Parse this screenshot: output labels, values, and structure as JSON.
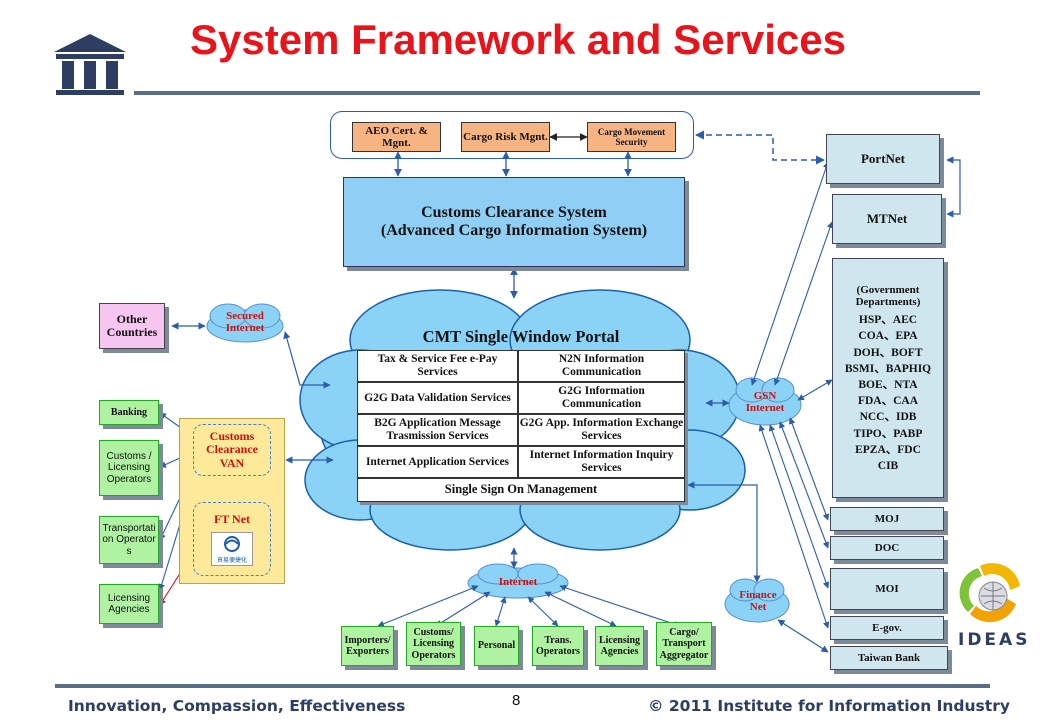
{
  "title": "System Framework and Services",
  "logo_text": "III",
  "top_modules": [
    "AEO Cert. & Mgnt.",
    "Cargo Risk Mgnt.",
    "Cargo Movement Security"
  ],
  "customs_system": {
    "line1": "Customs Clearance System",
    "line2": "(Advanced Cargo Information System)"
  },
  "portal": {
    "title": "CMT Single Window Portal",
    "rows": [
      [
        "Tax & Service Fee e-Pay Services",
        "N2N Information Communication"
      ],
      [
        "G2G Data Validation Services",
        "G2G Information Communication"
      ],
      [
        "B2G Application Message Trasmission Services",
        "G2G App. Information Exchange Services"
      ],
      [
        "Internet Application Services",
        "Internet Information Inquiry Services"
      ]
    ],
    "footer": "Single Sign On Management"
  },
  "clouds": {
    "secured_internet": "Secured Internet",
    "gsn_internet": "GSN Internet",
    "internet": "Internet",
    "finance_net": "Finance Net"
  },
  "other_countries": "Other Countries",
  "left_boxes": [
    "Banking",
    "Customs / Licensing Operators",
    "Transportati on Operators",
    "Licensing Agencies"
  ],
  "van": {
    "customs_van": "Customs Clearance VAN",
    "ft_net": "FT Net",
    "ft_net_logo_caption": "貿易便捷化"
  },
  "bottom_boxes": [
    "Importers/ Exporters",
    "Customs/ Licensing Operators",
    "Personal",
    "Trans. Operators",
    "Licensing Agencies",
    "Cargo/ Transport Aggregator"
  ],
  "right_boxes": {
    "portnet": "PortNet",
    "mtnet": "MTNet",
    "gov_title": "(Government Departments)",
    "gov_lines": [
      "HSP、AEC",
      "COA、EPA",
      "DOH、BOFT",
      "BSMI、BAPHIQ",
      "BOE、NTA",
      "FDA、CAA",
      "NCC、IDB",
      "TIPO、PABP",
      "EPZA、FDC",
      "CIB"
    ],
    "moj": "MOJ",
    "doc": "DOC",
    "moi": "MOI",
    "egov": "E-gov.",
    "taiwan_bank": "Taiwan Bank"
  },
  "ideas_logo": "IDEAS",
  "footer": {
    "left": "Innovation, Compassion, Effectiveness",
    "page": "8",
    "right": "© 2011 Institute for Information Industry"
  },
  "colors": {
    "title": "#e8141b",
    "cloud": "#8ad3f7",
    "main_box": "#8fcff5",
    "orange": "#f7b483",
    "green": "#aef2a2",
    "right_box": "#cfe6ee",
    "van_yellow": "#fde99a",
    "cloud_label": "#cc1111",
    "footer": "#2d3e62"
  }
}
